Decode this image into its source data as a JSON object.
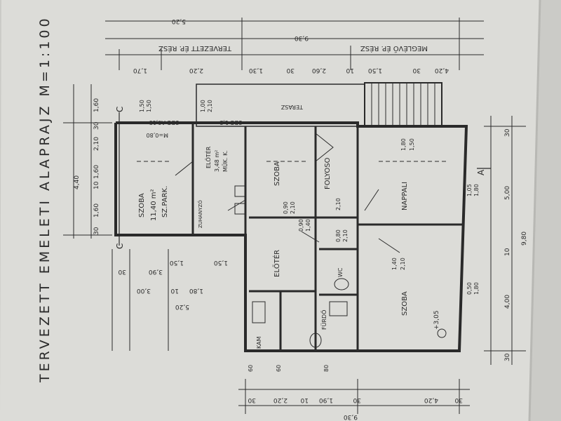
{
  "sheet": {
    "title": "TERVEZETT EMELETI ALAPRAJZ M=1:100",
    "paper_color": "#dcdcd8",
    "ink_color": "#2a2a2a"
  },
  "rooms": {
    "bedroom_top": "SZOBA",
    "bedroom_top_area": "11,40 m²",
    "bedroom_top_floor": "SZ.PARK.",
    "room_middle": "SZOBA",
    "corridor": "FOLYOSO",
    "living": "NAPPALI",
    "bedroom_bottom": "SZOBA",
    "vestibule": "ELŐTÉR",
    "vestibule_area": "3,48 m²",
    "vestibule_floor": "MŰK. K.",
    "hallway": "ELŐTÉR",
    "bathroom": "FÜRDŐ",
    "terrace": "TERASZ",
    "wc": "WC",
    "storage": "KAM",
    "shower": "ZUHANYZÓ"
  },
  "labels": {
    "existing": "MEGLÉVŐ ÉP. RÉSZ",
    "planned": "TERVEZETT ÉP. RÉSZ",
    "level": "+3,05",
    "section_c": "C",
    "section_a": "A",
    "window_top": "2DB A0,15",
    "window_side": "2DB 1,2",
    "sill_note": "M=0,80"
  },
  "dims_top": [
    "4,20",
    "30",
    "1,50",
    "10",
    "2,60",
    "30",
    "1,30",
    "2,20",
    "1,70",
    "9,30",
    "5,20"
  ],
  "dims_bottom": [
    "30",
    "4,20",
    "30",
    "1,90",
    "10",
    "2,20",
    "30",
    "9,30"
  ],
  "dims_left": [
    "4,40",
    "1,60",
    "10",
    "1,60",
    "2,10",
    "30",
    "1,60",
    "30"
  ],
  "dims_left_lower": [
    "1,50",
    "1,50",
    "3,90",
    "30",
    "3,00",
    "10",
    "1,80",
    "5,20"
  ],
  "dims_right": [
    "30",
    "5,00",
    "10",
    "4,00",
    "9,80",
    "30"
  ],
  "openings": [
    "1,00",
    "2,10",
    "1,50",
    "1,50",
    "1,80",
    "1,50",
    "1,40",
    "2,10",
    "0,90",
    "2,10",
    "1,05",
    "1,80",
    "0,50",
    "1,80",
    "60",
    "60",
    "80",
    "2,10",
    "0,80",
    "2,10",
    "0,90",
    "1,40"
  ]
}
